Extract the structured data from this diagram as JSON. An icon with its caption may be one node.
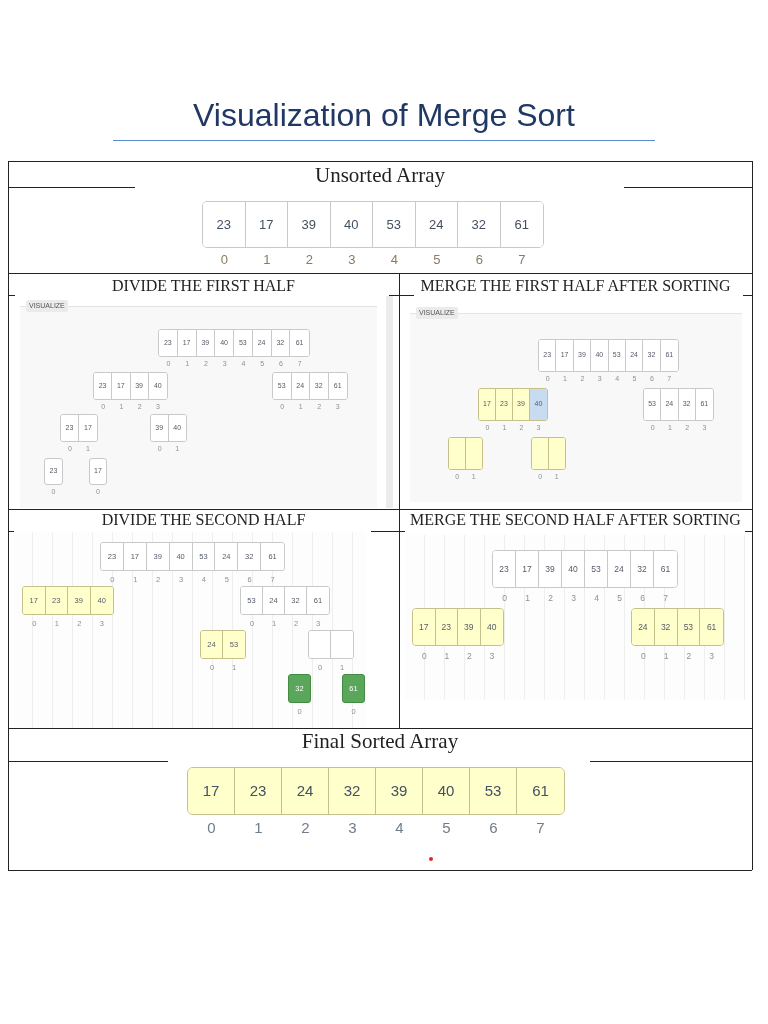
{
  "diagram": {
    "title": "Visualization of Merge Sort",
    "nodes": [
      {
        "text": [
          "Unsorted Array"
        ]
      },
      {
        "text": [],
        "shape": "box",
        "in": 0
      },
      {
        "text": [
          "23"
        ],
        "beside": [
          "0"
        ],
        "in": 1
      },
      {
        "text": [
          "17"
        ],
        "beside": [
          "1"
        ],
        "in": 1
      },
      {
        "text": [
          "39"
        ],
        "beside": [
          "2"
        ],
        "in": 1
      },
      {
        "text": [
          "40"
        ],
        "beside": [
          "3"
        ],
        "in": 1
      },
      {
        "text": [
          "53"
        ],
        "beside": [
          "4"
        ],
        "in": 1
      },
      {
        "text": [
          "24"
        ],
        "beside": [
          "5"
        ],
        "in": 1
      },
      {
        "text": [
          "32"
        ],
        "beside": [
          "6"
        ],
        "in": 1
      },
      {
        "text": [
          "61"
        ],
        "beside": [
          "7"
        ],
        "in": 1
      },
      {
        "text": [
          "DIVIDE THE FIRST HALF"
        ]
      },
      {
        "text": [],
        "shape": "box",
        "in": 10
      },
      {
        "text": [
          "23"
        ],
        "beside": [
          "0"
        ],
        "in": 11
      },
      {
        "text": [
          "17"
        ],
        "beside": [
          "1"
        ],
        "in": 11
      },
      {
        "text": [
          "39"
        ],
        "beside": [
          "2"
        ],
        "in": 11
      },
      {
        "text": [
          "40"
        ],
        "beside": [
          "3"
        ],
        "in": 11
      },
      {
        "text": [
          "53"
        ],
        "beside": [
          "4"
        ],
        "in": 11
      },
      {
        "text": [
          "24"
        ],
        "beside": [
          "5"
        ],
        "in": 11
      },
      {
        "text": [
          "32"
        ],
        "beside": [
          "6"
        ],
        "in": 11
      },
      {
        "text": [
          "61"
        ],
        "beside": [
          "7"
        ],
        "in": 11
      },
      {
        "text": [],
        "shape": "box",
        "in": 10
      },
      {
        "text": [
          "23"
        ],
        "beside": [
          "0"
        ],
        "in": 20
      },
      {
        "text": [
          "17"
        ],
        "beside": [
          "1"
        ],
        "in": 20
      },
      {
        "text": [
          "39"
        ],
        "beside": [
          "2"
        ],
        "in": 20
      },
      {
        "text": [
          "40"
        ],
        "beside": [
          "3"
        ],
        "in": 20
      },
      {
        "text": [],
        "shape": "box",
        "in": 10
      },
      {
        "text": [
          "53"
        ],
        "beside": [
          "0"
        ],
        "in": 25
      },
      {
        "text": [
          "24"
        ],
        "beside": [
          "1"
        ],
        "in": 25
      },
      {
        "text": [
          "32"
        ],
        "beside": [
          "2"
        ],
        "in": 25
      },
      {
        "text": [
          "61"
        ],
        "beside": [
          "3"
        ],
        "in": 25
      },
      {
        "text": [],
        "shape": "box",
        "in": 10
      },
      {
        "text": [
          "23"
        ],
        "beside": [
          "0"
        ],
        "in": 30
      },
      {
        "text": [
          "17"
        ],
        "beside": [
          "1"
        ],
        "in": 30
      },
      {
        "text": [],
        "shape": "box",
        "in": 10
      },
      {
        "text": [
          "39"
        ],
        "beside": [
          "0"
        ],
        "in": 33
      },
      {
        "text": [
          "40"
        ],
        "beside": [
          "1"
        ],
        "in": 33
      },
      {
        "text": [
          "23"
        ],
        "beside": [
          "0"
        ],
        "in": 10
      },
      {
        "text": [
          "17"
        ],
        "beside": [
          "0"
        ],
        "in": 10
      },
      {
        "text": [
          "MERGE THE FIRST HALF AFTER SORTING"
        ]
      },
      {
        "text": [],
        "shape": "box",
        "in": 38
      },
      {
        "text": [
          "23"
        ],
        "beside": [
          "0"
        ],
        "in": 39
      },
      {
        "text": [
          "17"
        ],
        "beside": [
          "1"
        ],
        "in": 39
      },
      {
        "text": [
          "39"
        ],
        "beside": [
          "2"
        ],
        "in": 39
      },
      {
        "text": [
          "40"
        ],
        "beside": [
          "3"
        ],
        "in": 39
      },
      {
        "text": [
          "53"
        ],
        "beside": [
          "4"
        ],
        "in": 39
      },
      {
        "text": [
          "24"
        ],
        "beside": [
          "5"
        ],
        "in": 39
      },
      {
        "text": [
          "32"
        ],
        "beside": [
          "6"
        ],
        "in": 39
      },
      {
        "text": [
          "61"
        ],
        "beside": [
          "7"
        ],
        "in": 39
      },
      {
        "text": [],
        "shape": "box",
        "in": 38
      },
      {
        "text": [
          "17"
        ],
        "beside": [
          "0"
        ],
        "in": 48
      },
      {
        "text": [
          "23"
        ],
        "beside": [
          "1"
        ],
        "in": 48
      },
      {
        "text": [
          "39"
        ],
        "beside": [
          "2"
        ],
        "in": 48
      },
      {
        "text": [
          "40"
        ],
        "beside": [
          "3"
        ],
        "in": 48
      },
      {
        "text": [],
        "shape": "box",
        "in": 38
      },
      {
        "text": [
          "53"
        ],
        "beside": [
          "0"
        ],
        "in": 53
      },
      {
        "text": [
          "24"
        ],
        "beside": [
          "1"
        ],
        "in": 53
      },
      {
        "text": [
          "32"
        ],
        "beside": [
          "2"
        ],
        "in": 53
      },
      {
        "text": [
          "61"
        ],
        "beside": [
          "3"
        ],
        "in": 53
      },
      {
        "text": [],
        "shape": "box",
        "in": 38
      },
      {
        "text": [],
        "shape": "box",
        "beside": [
          "0"
        ],
        "in": 58
      },
      {
        "text": [],
        "shape": "box",
        "beside": [
          "1"
        ],
        "in": 58
      },
      {
        "text": [],
        "shape": "box",
        "in": 38
      },
      {
        "text": [],
        "shape": "box",
        "beside": [
          "0"
        ],
        "in": 61
      },
      {
        "text": [],
        "shape": "box",
        "beside": [
          "1"
        ],
        "in": 61
      },
      {
        "text": [
          "DIVIDE THE SECOND HALF"
        ]
      },
      {
        "text": [],
        "shape": "box",
        "in": 64
      },
      {
        "text": [
          "23"
        ],
        "beside": [
          "0"
        ],
        "in": 65
      },
      {
        "text": [
          "17"
        ],
        "beside": [
          "1"
        ],
        "in": 65
      },
      {
        "text": [
          "39"
        ],
        "beside": [
          "2"
        ],
        "in": 65
      },
      {
        "text": [
          "40"
        ],
        "beside": [
          "3"
        ],
        "in": 65
      },
      {
        "text": [
          "53"
        ],
        "beside": [
          "4"
        ],
        "in": 65
      },
      {
        "text": [
          "24"
        ],
        "beside": [
          "5"
        ],
        "in": 65
      },
      {
        "text": [
          "32"
        ],
        "beside": [
          "6"
        ],
        "in": 65
      },
      {
        "text": [
          "61"
        ],
        "beside": [
          "7"
        ],
        "in": 65
      },
      {
        "text": [],
        "shape": "box",
        "in": 64
      },
      {
        "text": [
          "17"
        ],
        "beside": [
          "0"
        ],
        "in": 74
      },
      {
        "text": [
          "23"
        ],
        "beside": [
          "1"
        ],
        "in": 74
      },
      {
        "text": [
          "39"
        ],
        "beside": [
          "2"
        ],
        "in": 74
      },
      {
        "text": [
          "40"
        ],
        "beside": [
          "3"
        ],
        "in": 74
      },
      {
        "text": [],
        "shape": "box",
        "in": 64
      },
      {
        "text": [
          "53"
        ],
        "beside": [
          "0"
        ],
        "in": 79
      },
      {
        "text": [
          "24"
        ],
        "beside": [
          "1"
        ],
        "in": 79
      },
      {
        "text": [
          "32"
        ],
        "beside": [
          "2"
        ],
        "in": 79
      },
      {
        "text": [
          "61"
        ],
        "beside": [
          "3"
        ],
        "in": 79
      },
      {
        "text": [],
        "shape": "box",
        "in": 64
      },
      {
        "text": [
          "24"
        ],
        "beside": [
          "0"
        ],
        "in": 84
      },
      {
        "text": [
          "53"
        ],
        "beside": [
          "1"
        ],
        "in": 84
      },
      {
        "text": [],
        "shape": "box",
        "in": 64
      },
      {
        "text": [],
        "shape": "box",
        "beside": [
          "0"
        ],
        "in": 87
      },
      {
        "text": [],
        "shape": "box",
        "beside": [
          "1"
        ],
        "in": 87
      },
      {
        "text": [
          "32"
        ],
        "beside": [
          "0"
        ],
        "in": 64
      },
      {
        "text": [
          "61"
        ],
        "beside": [
          "0"
        ],
        "in": 64
      },
      {
        "text": [
          "MERGE THE SECOND HALF AFTER SORTING"
        ]
      },
      {
        "text": [],
        "shape": "box",
        "in": 92
      },
      {
        "text": [
          "23"
        ],
        "beside": [
          "0"
        ],
        "in": 93
      },
      {
        "text": [
          "17"
        ],
        "beside": [
          "1"
        ],
        "in": 93
      },
      {
        "text": [
          "39"
        ],
        "beside": [
          "2"
        ],
        "in": 93
      },
      {
        "text": [
          "40"
        ],
        "beside": [
          "3"
        ],
        "in": 93
      },
      {
        "text": [
          "53"
        ],
        "beside": [
          "4"
        ],
        "in": 93
      },
      {
        "text": [
          "24"
        ],
        "beside": [
          "5"
        ],
        "in": 93
      },
      {
        "text": [
          "32"
        ],
        "beside": [
          "6"
        ],
        "in": 93
      },
      {
        "text": [
          "61"
        ],
        "beside": [
          "7"
        ],
        "in": 93
      },
      {
        "text": [],
        "shape": "box",
        "in": 92
      },
      {
        "text": [
          "17"
        ],
        "beside": [
          "0"
        ],
        "in": 102
      },
      {
        "text": [
          "23"
        ],
        "beside": [
          "1"
        ],
        "in": 102
      },
      {
        "text": [
          "39"
        ],
        "beside": [
          "2"
        ],
        "in": 102
      },
      {
        "text": [
          "40"
        ],
        "beside": [
          "3"
        ],
        "in": 102
      },
      {
        "text": [],
        "shape": "box",
        "in": 92
      },
      {
        "text": [
          "24"
        ],
        "beside": [
          "0"
        ],
        "in": 107
      },
      {
        "text": [
          "32"
        ],
        "beside": [
          "1"
        ],
        "in": 107
      },
      {
        "text": [
          "53"
        ],
        "beside": [
          "2"
        ],
        "in": 107
      },
      {
        "text": [
          "61"
        ],
        "beside": [
          "3"
        ],
        "in": 107
      },
      {
        "text": [
          "Final Sorted Array"
        ]
      },
      {
        "text": [],
        "shape": "box",
        "in": 112
      },
      {
        "text": [
          "17"
        ],
        "beside": [
          "0"
        ],
        "in": 113
      },
      {
        "text": [
          "23"
        ],
        "beside": [
          "1"
        ],
        "in": 113
      },
      {
        "text": [
          "24"
        ],
        "beside": [
          "2"
        ],
        "in": 113
      },
      {
        "text": [
          "32"
        ],
        "beside": [
          "3"
        ],
        "in": 113
      },
      {
        "text": [
          "39"
        ],
        "beside": [
          "4"
        ],
        "in": 113
      },
      {
        "text": [
          "40"
        ],
        "beside": [
          "5"
        ],
        "in": 113
      },
      {
        "text": [
          "53"
        ],
        "beside": [
          "6"
        ],
        "in": 113
      },
      {
        "text": [
          "61"
        ],
        "beside": [
          "7"
        ],
        "in": 113
      }
    ],
    "labels": [
      "VISUALIZE",
      "VISUALIZE"
    ]
  }
}
